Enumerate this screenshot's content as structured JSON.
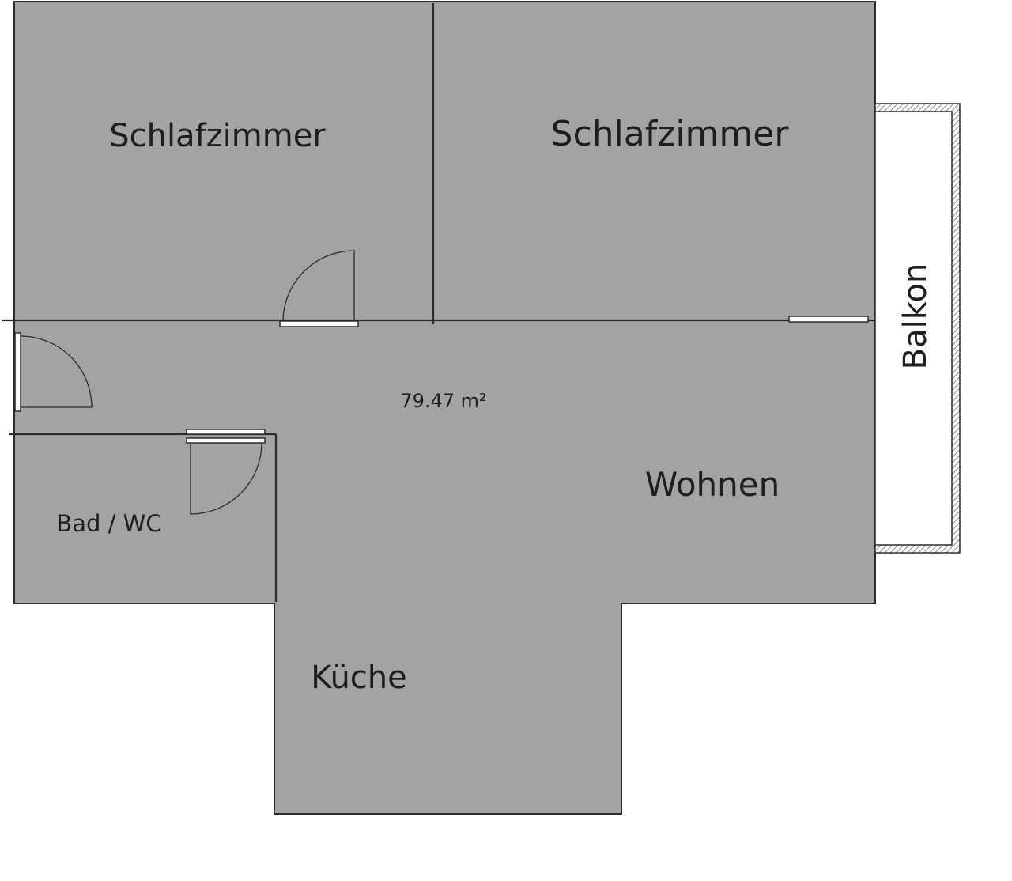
{
  "floor_plan": {
    "total_area": "79.47 m²",
    "rooms": [
      {
        "id": "bedroom-1",
        "label": "Schlafzimmer"
      },
      {
        "id": "bedroom-2",
        "label": "Schlafzimmer"
      },
      {
        "id": "living",
        "label": "Wohnen"
      },
      {
        "id": "bathroom",
        "label": "Bad / WC"
      },
      {
        "id": "kitchen",
        "label": "Küche"
      },
      {
        "id": "balcony",
        "label": "Balkon"
      }
    ]
  },
  "colors": {
    "floor_fill": "#a3a3a3",
    "wall_stroke": "#2b2b2b",
    "label_text": "#1e1e1e",
    "background": "#ffffff",
    "balcony_fill": "#ffffff",
    "balcony_hatch": "#8a8a8a"
  }
}
